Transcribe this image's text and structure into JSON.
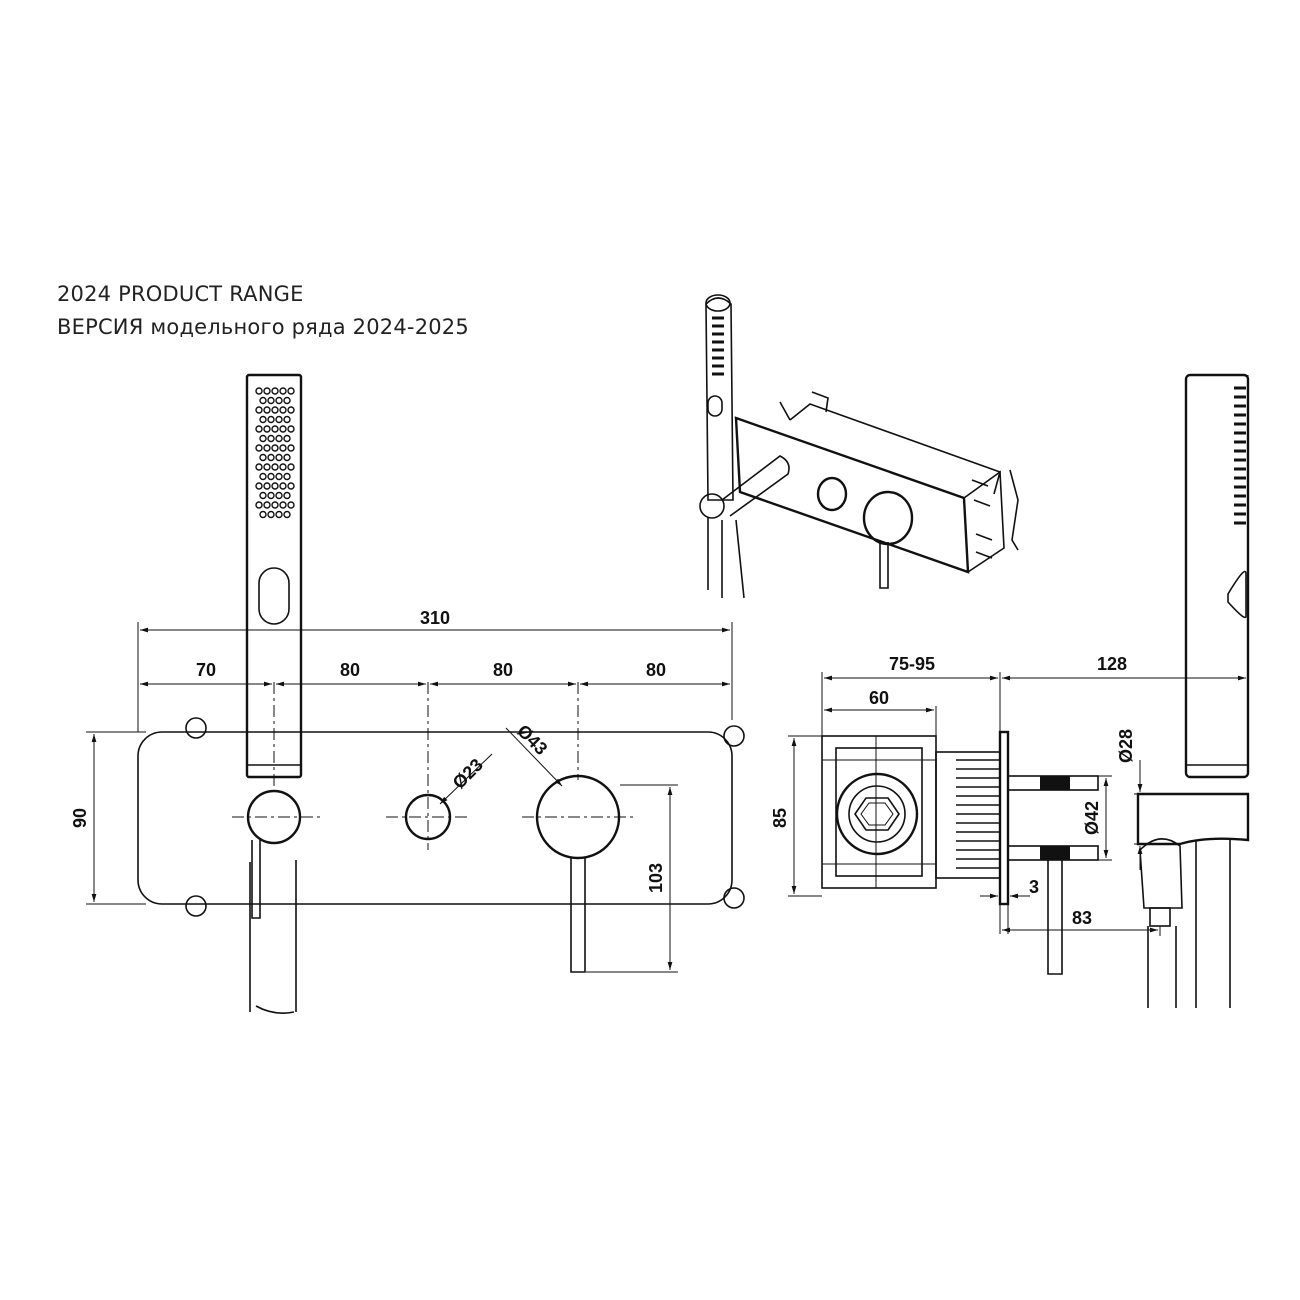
{
  "header": {
    "line1": "2024 PRODUCT RANGE",
    "line2": "ВЕРСИЯ модельного ряда 2024-2025"
  },
  "front_view": {
    "dim_total_width": "310",
    "dim_seg_1": "70",
    "dim_seg_2": "80",
    "dim_seg_3": "80",
    "dim_seg_4": "80",
    "dim_height": "90",
    "dim_handle_drop": "103",
    "dia_small_knob": "Ø23",
    "dia_large_knob": "Ø43"
  },
  "side_view": {
    "dim_body_depth": "75-95",
    "dim_box_depth": "60",
    "dim_shower_offset": "128",
    "dim_box_height": "85",
    "dia_handshower": "Ø28",
    "dia_outlet": "Ø42",
    "dim_plate": "3",
    "dim_holder": "83"
  }
}
